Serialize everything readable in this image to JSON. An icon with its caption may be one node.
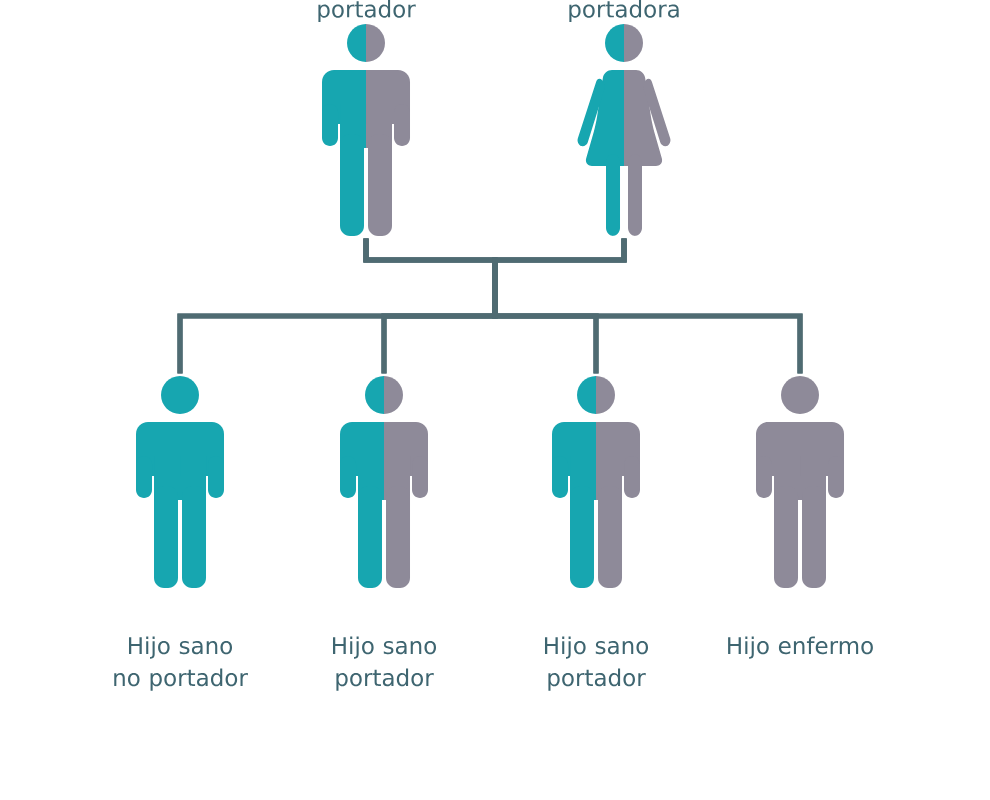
{
  "diagram": {
    "nodes": [
      {
        "text": [],
        "shape": "person",
        "beside": [
          "portador"
        ]
      },
      {
        "text": [],
        "shape": "person",
        "beside": [
          "portadora"
        ]
      },
      {
        "text": [],
        "shape": "person",
        "beside": [
          "Hijo sano no portador"
        ]
      },
      {
        "text": [],
        "shape": "person",
        "beside": [
          "Hijo sano portador"
        ]
      },
      {
        "text": [],
        "shape": "person",
        "beside": [
          "Hijo sano portador"
        ]
      },
      {
        "text": [],
        "shape": "person",
        "beside": [
          "Hijo enfermo"
        ]
      }
    ],
    "edges": [
      {
        "from": 0,
        "to": 2,
        "arrow": "none"
      },
      {
        "from": 0,
        "to": 3,
        "arrow": "none"
      },
      {
        "from": 0,
        "to": 4,
        "arrow": "none"
      },
      {
        "from": 0,
        "to": 5,
        "arrow": "none"
      },
      {
        "from": 1,
        "to": 2,
        "arrow": "none"
      },
      {
        "from": 1,
        "to": 3,
        "arrow": "none"
      },
      {
        "from": 1,
        "to": 4,
        "arrow": "none"
      },
      {
        "from": 1,
        "to": 5,
        "arrow": "none"
      }
    ]
  }
}
